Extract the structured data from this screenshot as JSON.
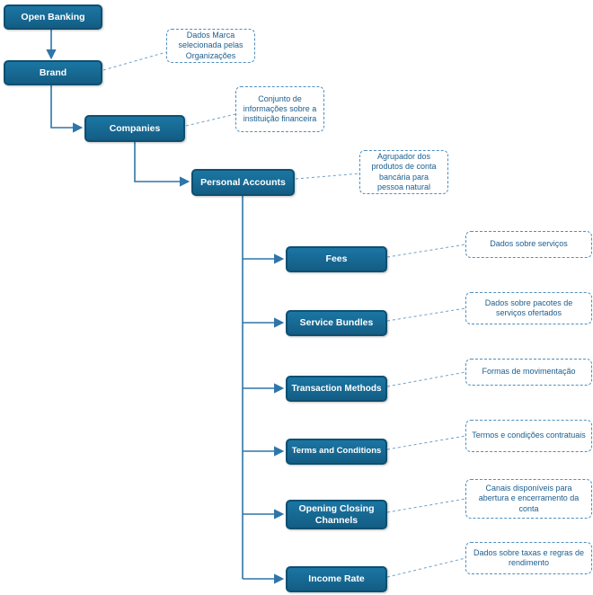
{
  "colors": {
    "node_fill": "#15678f",
    "node_border": "#0e4f70",
    "node_text": "#ffffff",
    "annotation_border": "#4f8fbe",
    "annotation_text": "#1b5e8e",
    "connector": "#2e75a8"
  },
  "nodes": {
    "open_banking": "Open Banking",
    "brand": "Brand",
    "companies": "Companies",
    "personal_accounts": "Personal Accounts",
    "fees": "Fees",
    "service_bundles": "Service Bundles",
    "transaction_methods": "Transaction Methods",
    "terms_and_conditions": "Terms and Conditions",
    "opening_closing_channels": "Opening Closing Channels",
    "income_rate": "Income Rate"
  },
  "annotations": {
    "brand": "Dados Marca selecionada pelas Organizações",
    "companies": "Conjunto de informações sobre a instituição financeira",
    "personal_accounts": "Agrupador dos produtos de conta bancária para pessoa natural",
    "fees": "Dados sobre serviços",
    "service_bundles": "Dados sobre pacotes de serviços ofertados",
    "transaction_methods": "Formas de movimentação",
    "terms_and_conditions": "Termos e condições contratuais",
    "opening_closing_channels": "Canais disponíveis para abertura e encerramento da conta",
    "income_rate": "Dados sobre taxas e regras de rendimento"
  }
}
